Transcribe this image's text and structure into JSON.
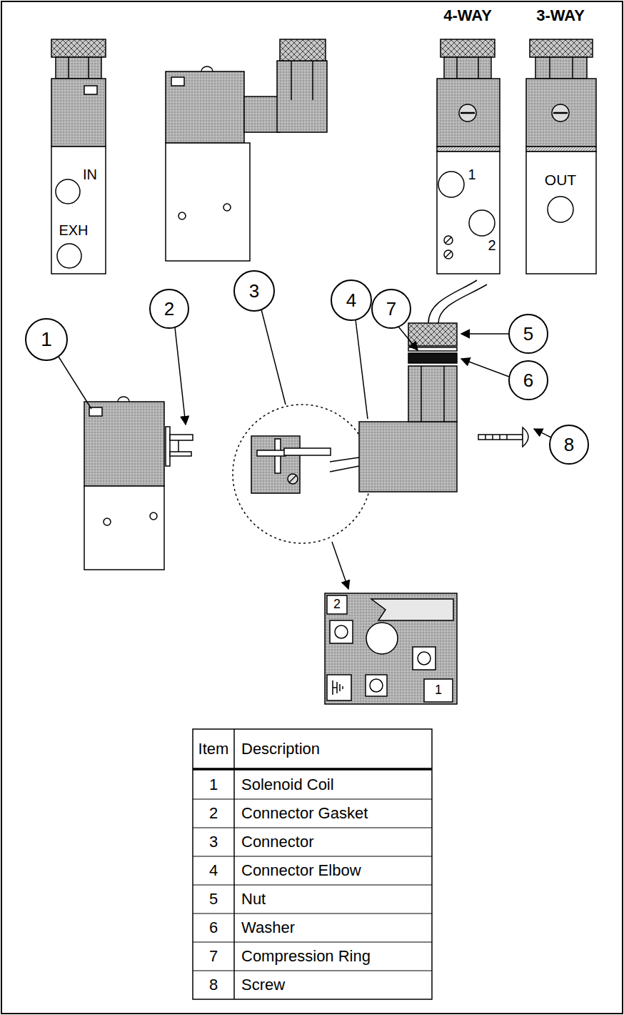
{
  "diagram": {
    "labels": [
      "4-WAY",
      "3-WAY",
      "IN",
      "EXH",
      "1",
      "2",
      "OUT",
      "7",
      "2",
      "3",
      "4",
      "1",
      "5",
      "6",
      "8",
      "2",
      "1",
      "Item",
      "Description",
      "1",
      "Solenoid Coil",
      "2",
      "Connector Gasket",
      "3",
      "Connector",
      "4",
      "Connector Elbow",
      "5",
      "Nut",
      "6",
      "Washer",
      "7",
      "Compression Ring",
      "8",
      "Screw"
    ]
  }
}
